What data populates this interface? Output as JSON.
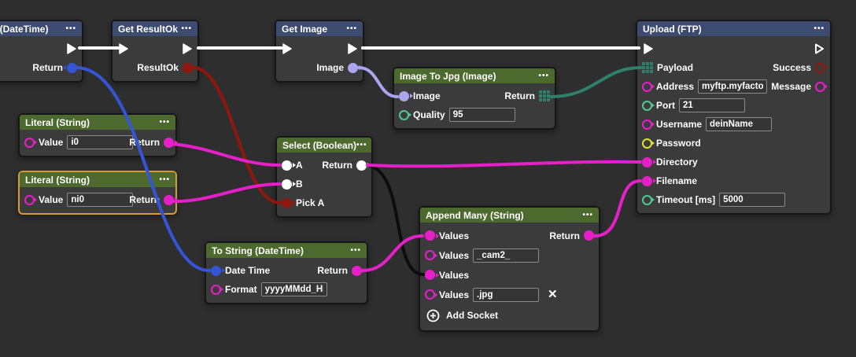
{
  "icons": {
    "menu": "•••",
    "delete": "✕",
    "add": "⊕"
  },
  "colors": {
    "header_blue": "#3c4b70",
    "header_green": "#4c692e",
    "node_bg": "#3b3b3b",
    "canvas_bg": "#2e2e2e",
    "selected_border": "#d69b38",
    "type_string": "#e520c8",
    "type_datetime": "#3456d6",
    "type_image": "#a9a5ef",
    "type_boolean": "#8e180d",
    "type_int": "#4fca8f",
    "type_password": "#dfe038",
    "type_bytes": "#2e8068",
    "type_any": "#ffffff",
    "exec_wire": "#ffffff",
    "select_wire": "#0d0d0d"
  },
  "nodes": {
    "now": {
      "title": "Now (DateTime)",
      "ret": "Return"
    },
    "resultok": {
      "title": "Get ResultOk",
      "ret": "ResultOk"
    },
    "getimage": {
      "title": "Get Image",
      "out": "Image"
    },
    "tojpg": {
      "title": "Image To Jpg (Image)",
      "in_image": "Image",
      "quality_label": "Quality",
      "quality_value": "95",
      "ret": "Return"
    },
    "lit1": {
      "title": "Literal (String)",
      "value_label": "Value",
      "value": "i0",
      "ret": "Return"
    },
    "lit2": {
      "title": "Literal (String)",
      "value_label": "Value",
      "value": "ni0",
      "ret": "Return"
    },
    "select": {
      "title": "Select (Boolean)",
      "a": "A",
      "b": "B",
      "pick": "Pick A",
      "ret": "Return"
    },
    "tostring": {
      "title": "To String (DateTime)",
      "datetime": "Date Time",
      "format_label": "Format",
      "format_value": "yyyyMMdd_HH",
      "ret": "Return"
    },
    "append": {
      "title": "Append Many (String)",
      "values_label": "Values",
      "v2": "_cam2_",
      "v4": ".jpg",
      "ret": "Return",
      "add_socket": "Add Socket"
    },
    "upload": {
      "title": "Upload (FTP)",
      "payload": "Payload",
      "success": "Success",
      "address_label": "Address",
      "address_value": "myftp.myfactor",
      "message": "Message",
      "port_label": "Port",
      "port_value": "21",
      "username_label": "Username",
      "username_value": "deinName",
      "password": "Password",
      "directory": "Directory",
      "filename": "Filename",
      "timeout_label": "Timeout [ms]",
      "timeout_value": "5000"
    }
  },
  "connections": [
    {
      "from": "now.exec",
      "to": "resultok.exec",
      "color": "white"
    },
    {
      "from": "resultok.exec",
      "to": "getimage.exec",
      "color": "white"
    },
    {
      "from": "getimage.exec",
      "to": "upload.exec",
      "color": "white"
    },
    {
      "from": "now.return",
      "to": "tostring.datetime",
      "color": "blue"
    },
    {
      "from": "resultok.resultok",
      "to": "select.pick_a",
      "color": "darkred"
    },
    {
      "from": "getimage.image",
      "to": "tojpg.image",
      "color": "lavender"
    },
    {
      "from": "tojpg.return",
      "to": "upload.payload",
      "color": "teal"
    },
    {
      "from": "lit1.return",
      "to": "select.a",
      "color": "magenta"
    },
    {
      "from": "lit2.return",
      "to": "select.b",
      "color": "magenta"
    },
    {
      "from": "select.return",
      "to": "upload.directory",
      "color": "magenta"
    },
    {
      "from": "select.return",
      "to": "append.values1",
      "color": "black"
    },
    {
      "from": "tostring.return",
      "to": "append.values3",
      "color": "magenta"
    },
    {
      "from": "append.return",
      "to": "upload.filename",
      "color": "magenta"
    }
  ]
}
